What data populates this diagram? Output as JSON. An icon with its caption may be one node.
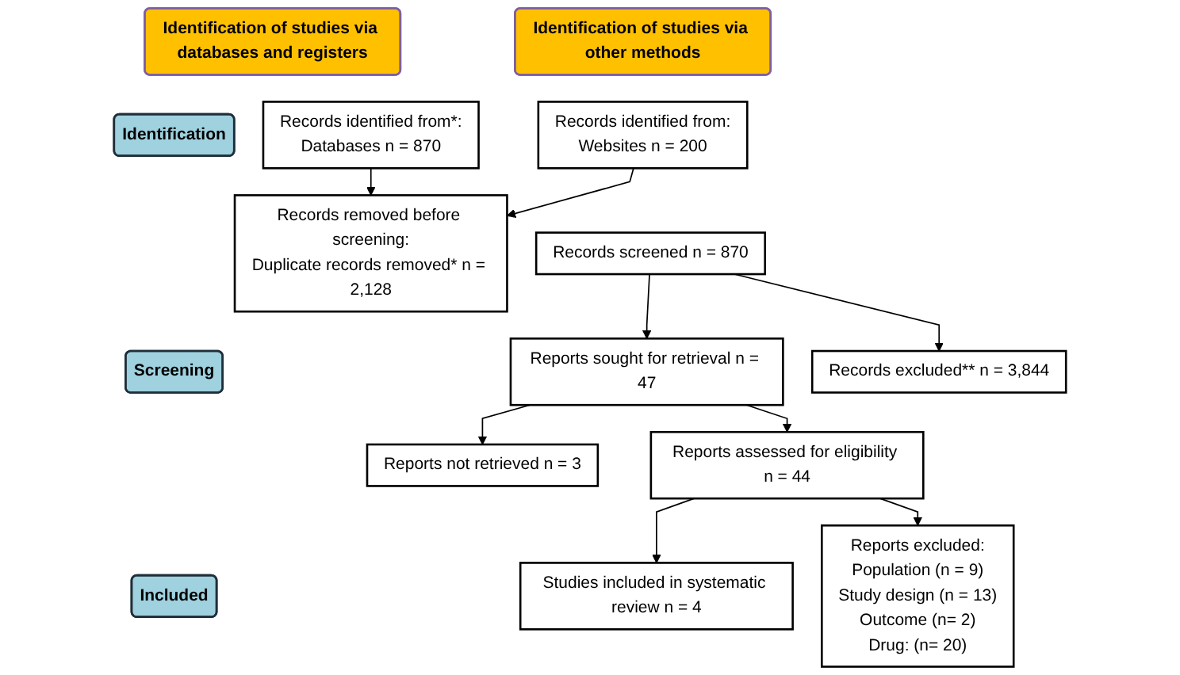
{
  "diagram": {
    "nodes": [
      {
        "text": [
          "Identification of studies via databases and registers"
        ]
      },
      {
        "text": [
          "Identification of studies via other methods"
        ]
      },
      {
        "text": [
          "Identification"
        ]
      },
      {
        "text": [
          "Screening"
        ]
      },
      {
        "text": [
          "Included"
        ]
      },
      {
        "text": [
          "Records identified from*:",
          "Databases n = 870"
        ]
      },
      {
        "text": [
          "Records removed before screening:",
          "Duplicate records removed* n = 2,128"
        ]
      },
      {
        "text": [
          "Records identified from:",
          "Websites n = 200"
        ]
      },
      {
        "text": [
          "Records screened n = 870"
        ]
      },
      {
        "text": [
          "Records excluded** n = 3,844"
        ]
      },
      {
        "text": [
          "Reports sought for retrieval n = 47"
        ]
      },
      {
        "text": [
          "Reports not retrieved n = 3"
        ]
      },
      {
        "text": [
          "Reports assessed for eligibility n = 44"
        ]
      },
      {
        "text": [
          "Reports excluded:",
          "Population (n = 9)",
          "Study design (n = 13)",
          "Outcome (n= 2)",
          "Drug: (n= 20)"
        ]
      },
      {
        "text": [
          "Studies included in systematic review n = 4"
        ]
      }
    ],
    "edges": [
      {
        "from": 5,
        "to": 6,
        "arrow": "to"
      },
      {
        "from": 7,
        "to": 6,
        "arrow": "to"
      },
      {
        "from": 8,
        "to": 10,
        "arrow": "to"
      },
      {
        "from": 10,
        "to": 12,
        "arrow": "to"
      },
      {
        "from": 12,
        "to": 14,
        "arrow": "to"
      },
      {
        "from": 8,
        "to": 9,
        "arrow": "to"
      },
      {
        "from": 10,
        "to": 11,
        "arrow": "to"
      },
      {
        "from": 12,
        "to": 13,
        "arrow": "to"
      }
    ]
  }
}
